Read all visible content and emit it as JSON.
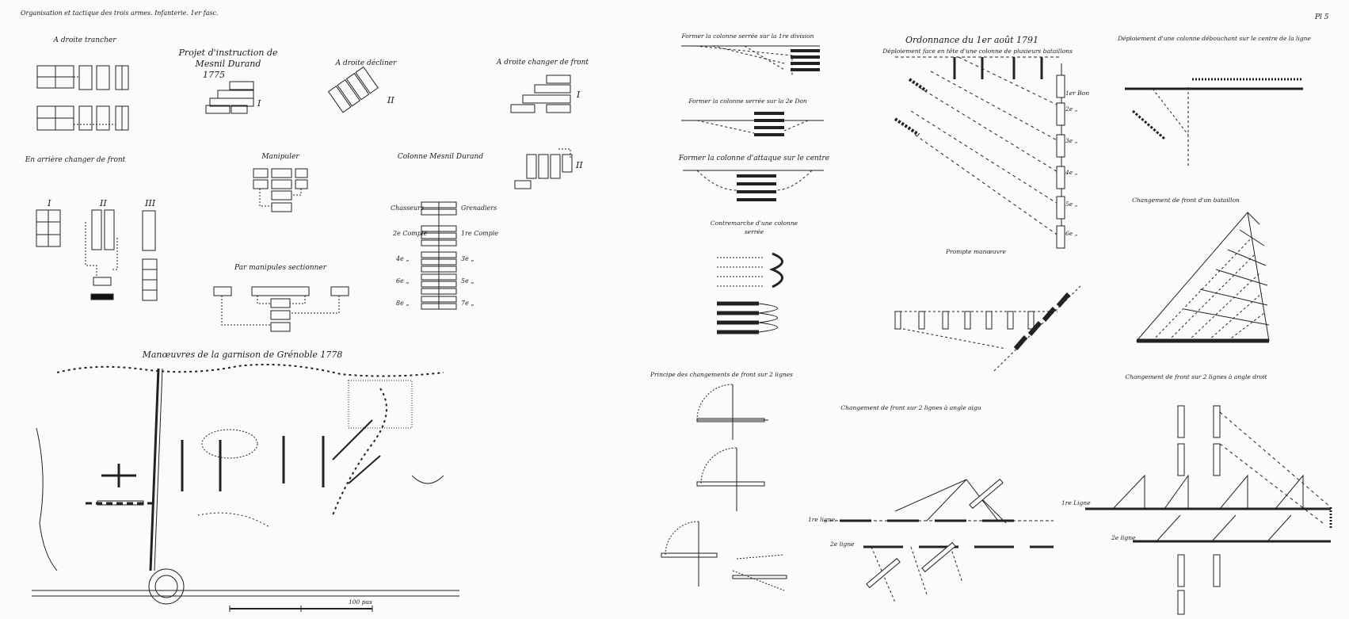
{
  "header": {
    "running_title": "Organisation et tactique des trois armes. Infanterie. 1er fasc.",
    "plate_number": "Pl 5"
  },
  "left_page": {
    "a_droite_trancher": "A droite trancher",
    "projet_title_1": "Projet d'instruction de",
    "projet_title_2": "Mesnil Durand",
    "projet_year": "1775",
    "a_droite_decliner": "A droite décliner",
    "a_droite_changer_front": "A droite changer de front",
    "en_arriere_changer_front": "En arrière changer de front",
    "manipuler": "Manipuler",
    "colonne_mesnil_durand": "Colonne Mesnil Durand",
    "par_manipules_sectionner": "Par manipules sectionner",
    "column_labels_left": [
      "Chasseurs",
      "2e Compie",
      "4e „",
      "6e „",
      "8e „"
    ],
    "column_labels_right": [
      "Grenadiers",
      "1re Compie",
      "3e „",
      "5e „",
      "7e „"
    ],
    "roman_I": "I",
    "roman_II": "II",
    "roman_III": "III",
    "garrison_title": "Manœuvres de la garnison de Grénoble 1778"
  },
  "right_page": {
    "former_colonne_serree_1": "Former la colonne serrée sur la 1re division",
    "former_colonne_serree_2": "Former la colonne serrée sur la 2e Don",
    "former_colonne_attaque": "Former la colonne d'attaque sur le centre",
    "contremarche_1": "Contremarche d'une colonne",
    "contremarche_2": "serrée",
    "ordonnance_title": "Ordonnance du 1er août 1791",
    "deploiement_tete": "Déploiement face en tête d'une colonne de plusieurs bataillons",
    "deploiement_centre": "Déploiement d'une colonne débouchant sur le centre de la ligne",
    "prompte_manoeuvre": "Prompte manœuvre",
    "changement_bataillon": "Changement de front d'un bataillon",
    "principe_changements": "Principe des changements de front sur 2 lignes",
    "changement_aigu": "Changement de front sur 2 lignes à angle aigu",
    "changement_droit": "Changement de front sur 2 lignes à angle droit",
    "premiere_ligne": "1re ligne",
    "deuxieme_ligne": "2e ligne",
    "premiere_ligne_b": "1re Ligne",
    "deuxieme_ligne_b": "2e ligne",
    "battalion_labels": [
      "1er Bon",
      "2e „",
      "3e „",
      "4e „",
      "5e „",
      "6e „"
    ],
    "scale_label": "100 pas"
  }
}
